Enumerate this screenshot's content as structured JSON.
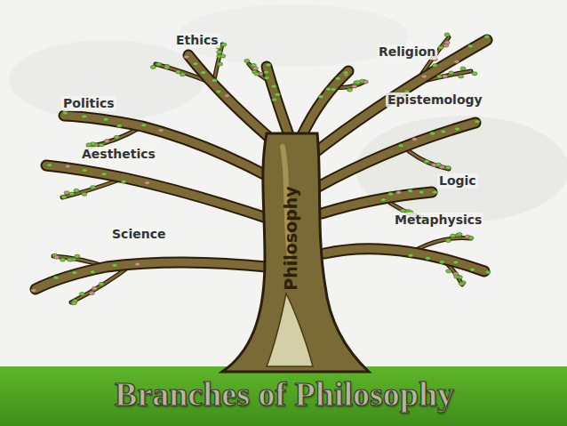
{
  "diagram": {
    "title": "Branches of Philosophy",
    "labels": [
      "Ethics",
      "Religion",
      "Politics",
      "Epistemology",
      "Aesthetics",
      "Logic",
      "Science",
      "Metaphysics",
      "Philosophy"
    ]
  }
}
